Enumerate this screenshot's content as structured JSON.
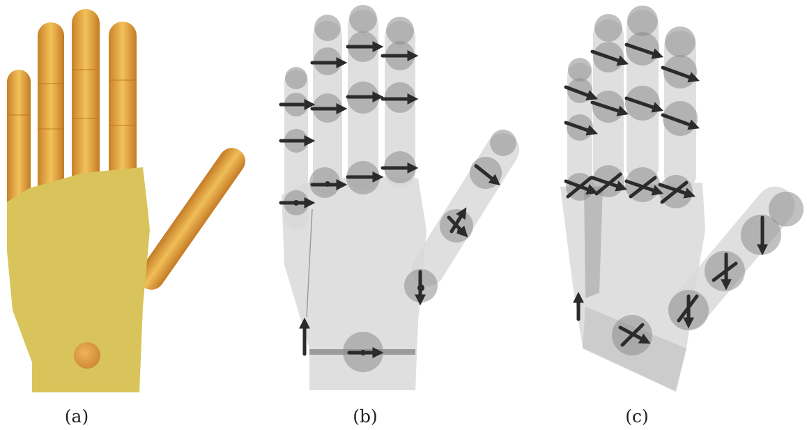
{
  "captions": {
    "a": "(a)",
    "b": "(b)",
    "c": "(c)"
  },
  "colors": {
    "background": "#ffffff",
    "finger_orange": "#e0a040",
    "palm_yellow": "#d8c45a",
    "ghost_gray": "#d9d9d9",
    "joint_gray": "#8c8c8c",
    "arrow_dark": "#2b2b2b"
  }
}
